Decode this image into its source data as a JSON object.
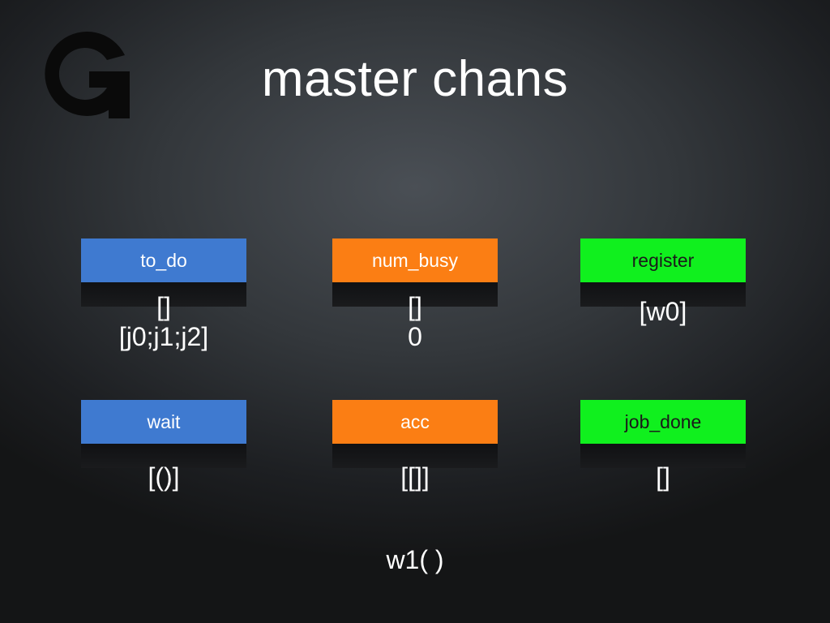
{
  "title": "master chans",
  "logo": {
    "icon": "g-logo-icon",
    "letter": "G",
    "color": "#0a0a0a"
  },
  "colors": {
    "blue": "#3f7ad0",
    "orange": "#fb7e14",
    "green": "#10f01e"
  },
  "channels": [
    {
      "name": "to_do",
      "value_line1": "[]",
      "value_line2": "[j0;j1;j2]"
    },
    {
      "name": "num_busy",
      "value_line1": "[]",
      "value_line2": "0"
    },
    {
      "name": "register",
      "value_line1": "[w0]"
    },
    {
      "name": "wait",
      "value_line1": "[()]"
    },
    {
      "name": "acc",
      "value_line1": "[[]]"
    },
    {
      "name": "job_done",
      "value_line1": "[]"
    }
  ],
  "footer": "w1( )"
}
